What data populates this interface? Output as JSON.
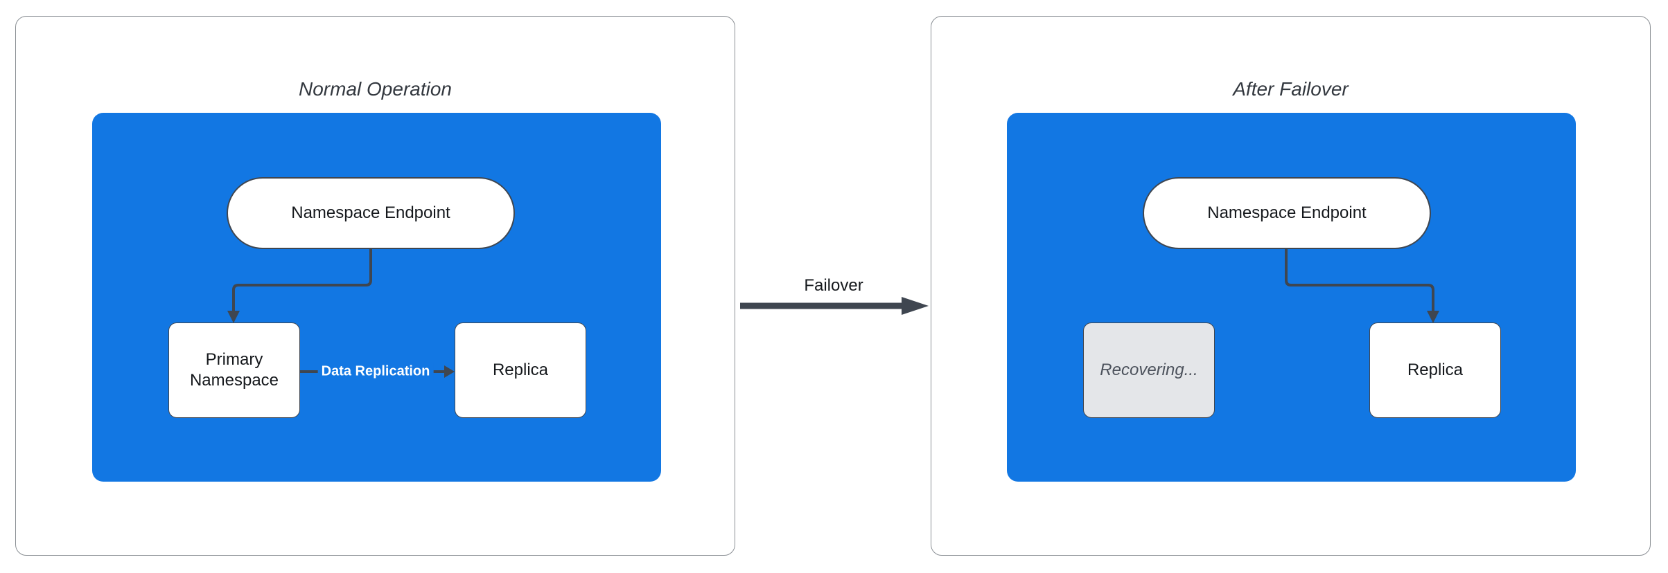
{
  "panels": [
    {
      "title": "Normal Operation",
      "nodes": {
        "endpoint": "Namespace Endpoint",
        "primary": "Primary Namespace",
        "replica": "Replica"
      },
      "edge_label": "Data Replication"
    },
    {
      "title": "After Failover",
      "nodes": {
        "endpoint": "Namespace Endpoint",
        "recovering": "Recovering...",
        "replica": "Replica"
      }
    }
  ],
  "transition": {
    "label": "Failover"
  },
  "colors": {
    "container_blue": "#1277e3",
    "arrow_dark": "#3f4650",
    "node_border": "#3f4650",
    "node_text": "#15181c",
    "title_text": "#33383f",
    "panel_border": "#8a8f94",
    "recovering_fill": "#e4e6e9",
    "recovering_text": "#4c525c",
    "node_fill": "#ffffff",
    "canvas_bg": "#ffffff"
  }
}
